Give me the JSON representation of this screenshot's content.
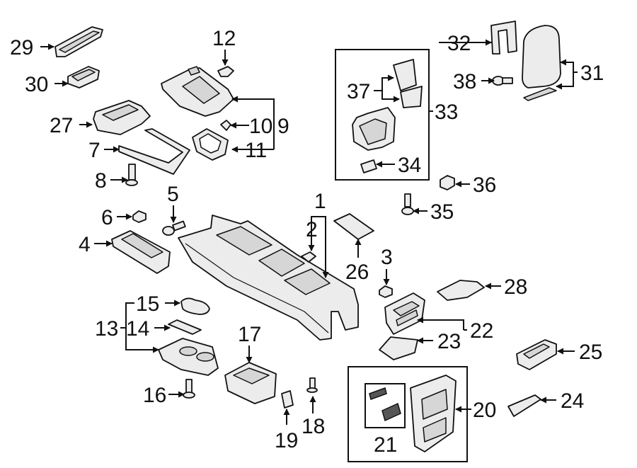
{
  "diagram": {
    "callouts": [
      {
        "id": "c1",
        "label": "1"
      },
      {
        "id": "c2",
        "label": "2"
      },
      {
        "id": "c3",
        "label": "3"
      },
      {
        "id": "c4",
        "label": "4"
      },
      {
        "id": "c5",
        "label": "5"
      },
      {
        "id": "c6",
        "label": "6"
      },
      {
        "id": "c7",
        "label": "7"
      },
      {
        "id": "c8",
        "label": "8"
      },
      {
        "id": "c9",
        "label": "9"
      },
      {
        "id": "c10",
        "label": "10"
      },
      {
        "id": "c11",
        "label": "11"
      },
      {
        "id": "c12",
        "label": "12"
      },
      {
        "id": "c13",
        "label": "13"
      },
      {
        "id": "c14",
        "label": "14"
      },
      {
        "id": "c15",
        "label": "15"
      },
      {
        "id": "c16",
        "label": "16"
      },
      {
        "id": "c17",
        "label": "17"
      },
      {
        "id": "c18",
        "label": "18"
      },
      {
        "id": "c19",
        "label": "19"
      },
      {
        "id": "c20",
        "label": "20"
      },
      {
        "id": "c21",
        "label": "21"
      },
      {
        "id": "c22",
        "label": "22"
      },
      {
        "id": "c23",
        "label": "23"
      },
      {
        "id": "c24",
        "label": "24"
      },
      {
        "id": "c25",
        "label": "25"
      },
      {
        "id": "c26",
        "label": "26"
      },
      {
        "id": "c27",
        "label": "27"
      },
      {
        "id": "c28",
        "label": "28"
      },
      {
        "id": "c29",
        "label": "29"
      },
      {
        "id": "c30",
        "label": "30"
      },
      {
        "id": "c31",
        "label": "31"
      },
      {
        "id": "c32",
        "label": "32"
      },
      {
        "id": "c33",
        "label": "33"
      },
      {
        "id": "c34",
        "label": "34"
      },
      {
        "id": "c35",
        "label": "35"
      },
      {
        "id": "c36",
        "label": "36"
      },
      {
        "id": "c37",
        "label": "37"
      },
      {
        "id": "c38",
        "label": "38"
      }
    ]
  }
}
